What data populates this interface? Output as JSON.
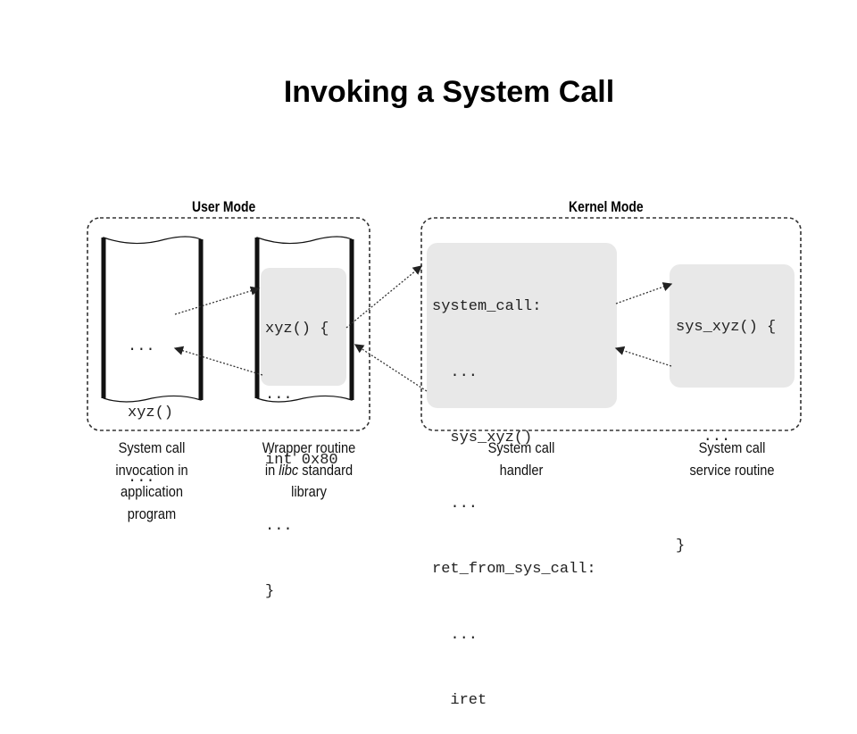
{
  "title": "Invoking a System Call",
  "modes": {
    "user": "User Mode",
    "kernel": "Kernel Mode"
  },
  "application": {
    "lines": [
      "...",
      "xyz()",
      "..."
    ],
    "caption": [
      "System call",
      "invocation in",
      "application",
      "program"
    ]
  },
  "wrapper": {
    "lines": [
      "xyz() {",
      "...",
      "int 0x80",
      "...",
      "}"
    ],
    "caption_line1": "Wrapper routine",
    "caption_line2_pre": "in ",
    "caption_line2_italic": "libc",
    "caption_line2_post": " standard",
    "caption_line3": "library"
  },
  "handler": {
    "lines": [
      "system_call:",
      "  ...",
      "  sys_xyz()",
      "  ...",
      "ret_from_sys_call:",
      "  ...",
      "  iret"
    ],
    "caption": [
      "System call",
      "handler"
    ]
  },
  "service": {
    "lines": [
      "sys_xyz() {",
      "",
      "   ...",
      "",
      "}"
    ],
    "caption": [
      "System call",
      "service routine"
    ]
  }
}
